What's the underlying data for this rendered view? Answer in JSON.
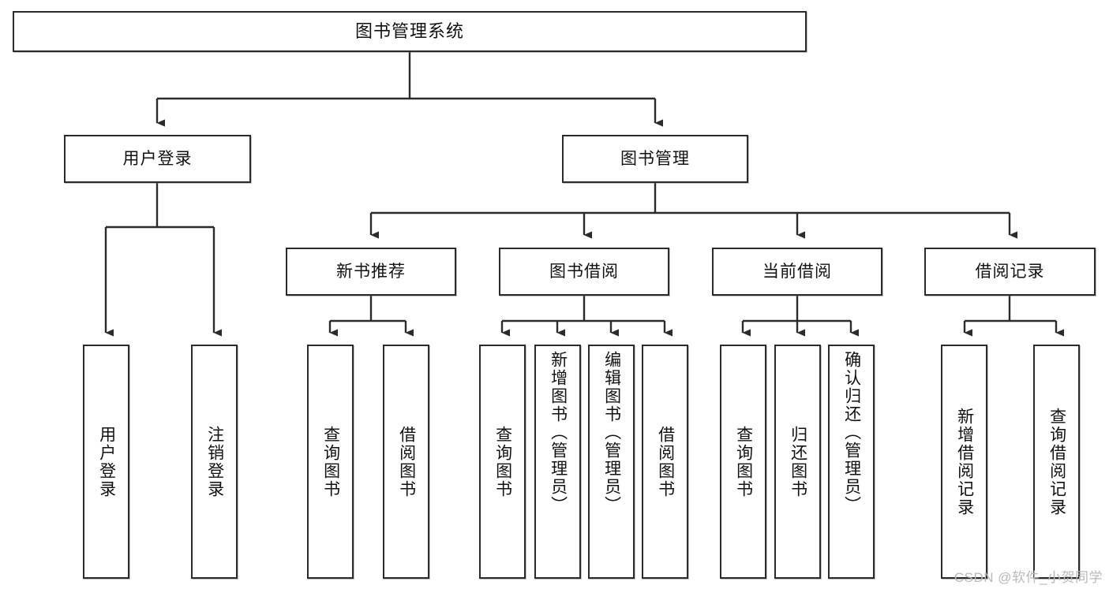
{
  "diagram": {
    "title": "图书管理系统",
    "type": "tree-hierarchy-chart",
    "watermark": "CSDN @软件_小贺同学",
    "colors": {
      "stroke": "#2b2b2b",
      "fill": "#ffffff",
      "text": "#111111",
      "watermark": "#b9b9b9"
    },
    "levels": {
      "level0": [
        {
          "id": "root",
          "label": "图书管理系统"
        }
      ],
      "level1": [
        {
          "id": "user-login",
          "label": "用户登录"
        },
        {
          "id": "book-manage",
          "label": "图书管理"
        }
      ],
      "level2": [
        {
          "id": "new-book-rec",
          "label": "新书推荐"
        },
        {
          "id": "book-borrow",
          "label": "图书借阅"
        },
        {
          "id": "current-borrow",
          "label": "当前借阅"
        },
        {
          "id": "borrow-record",
          "label": "借阅记录"
        }
      ],
      "level3": [
        {
          "id": "leaf-user-login",
          "label": "用户登录",
          "parent": "user-login"
        },
        {
          "id": "leaf-logout",
          "label": "注销登录",
          "parent": "user-login"
        },
        {
          "id": "leaf-query-book-1",
          "label": "查询图书",
          "parent": "new-book-rec"
        },
        {
          "id": "leaf-borrow-book-1",
          "label": "借阅图书",
          "parent": "new-book-rec"
        },
        {
          "id": "leaf-query-book-2",
          "label": "查询图书",
          "parent": "book-borrow"
        },
        {
          "id": "leaf-add-book",
          "label": "新增图书（管理员）",
          "parent": "book-borrow"
        },
        {
          "id": "leaf-edit-book",
          "label": "编辑图书（管理员）",
          "parent": "book-borrow"
        },
        {
          "id": "leaf-borrow-book-2",
          "label": "借阅图书",
          "parent": "book-borrow"
        },
        {
          "id": "leaf-query-book-3",
          "label": "查询图书",
          "parent": "current-borrow"
        },
        {
          "id": "leaf-return-book",
          "label": "归还图书",
          "parent": "current-borrow"
        },
        {
          "id": "leaf-confirm-return",
          "label": "确认归还（管理员）",
          "parent": "current-borrow"
        },
        {
          "id": "leaf-add-record",
          "label": "新增借阅记录",
          "parent": "borrow-record"
        },
        {
          "id": "leaf-query-record",
          "label": "查询借阅记录",
          "parent": "borrow-record"
        }
      ]
    }
  }
}
